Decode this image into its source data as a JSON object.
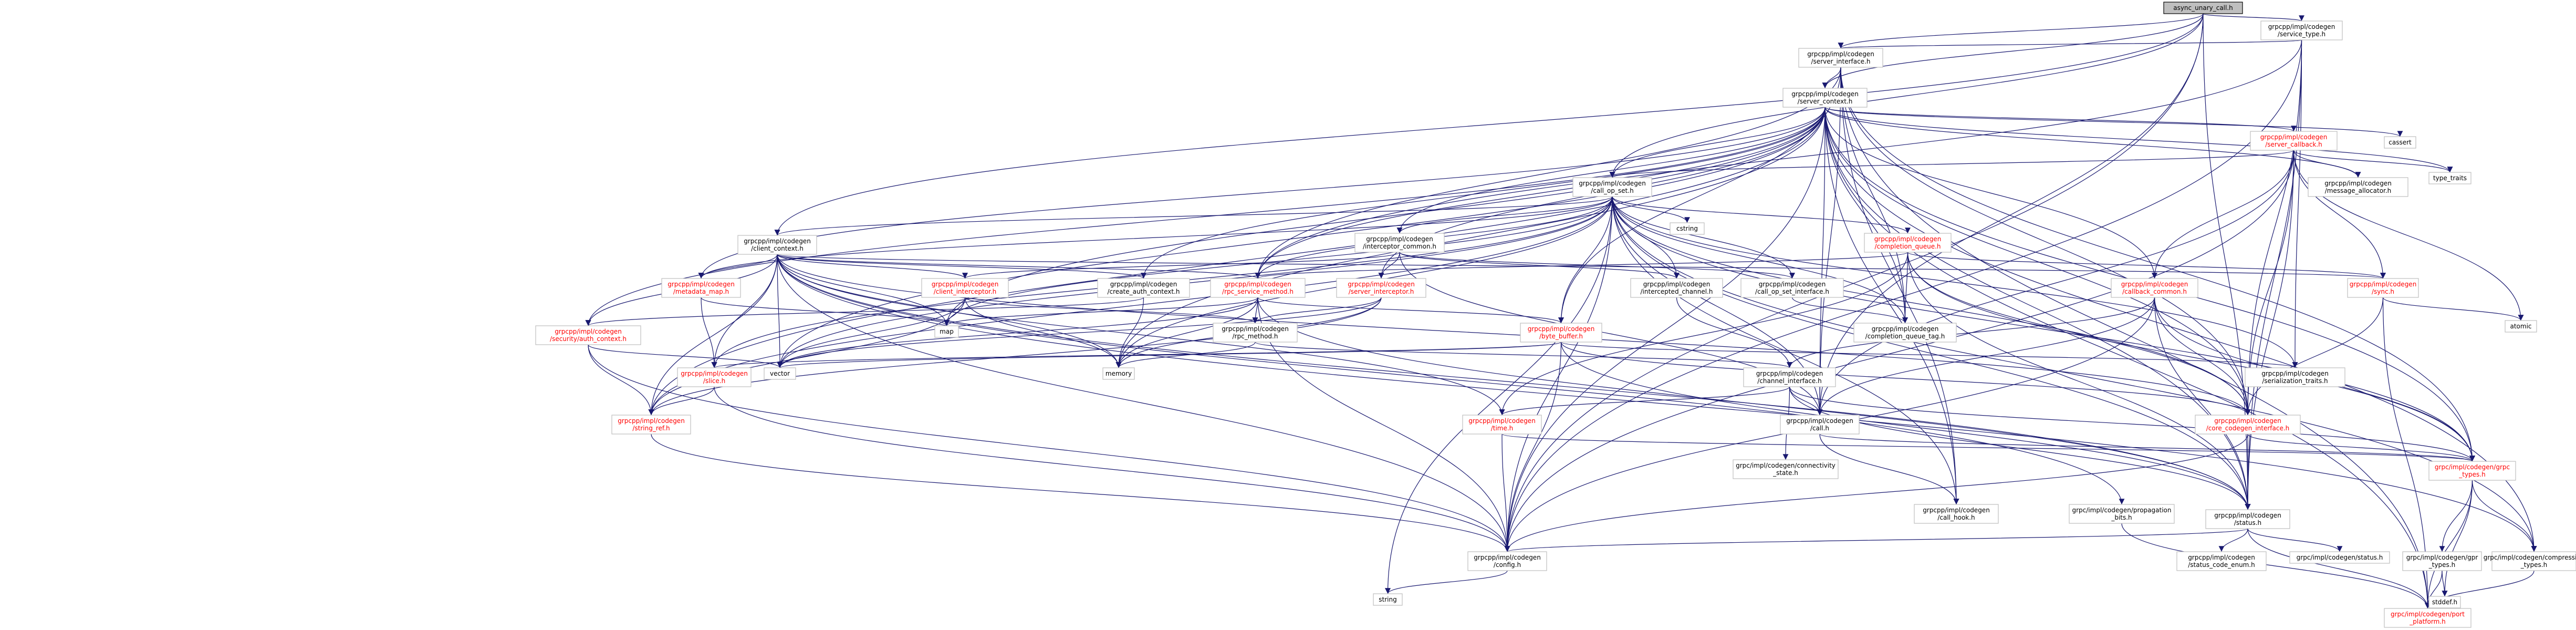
{
  "colors": {
    "edge": "#191970",
    "root_fill": "#bfbfbf",
    "node_border": "#bfbfbf",
    "red_node_text": "#ff0000"
  },
  "nodes": [
    {
      "id": "root",
      "lines": [
        "async_unary_call.h"
      ]
    },
    {
      "id": "service_type",
      "lines": [
        "grpcpp/impl/codegen",
        "/service_type.h"
      ]
    },
    {
      "id": "server_interface",
      "lines": [
        "grpcpp/impl/codegen",
        "/server_interface.h"
      ]
    },
    {
      "id": "server_context",
      "lines": [
        "grpcpp/impl/codegen",
        "/server_context.h"
      ]
    },
    {
      "id": "cassert",
      "lines": [
        "cassert"
      ]
    },
    {
      "id": "server_callback",
      "lines": [
        "grpcpp/impl/codegen",
        "/server_callback.h"
      ]
    },
    {
      "id": "type_traits",
      "lines": [
        "type_traits"
      ]
    },
    {
      "id": "call_op_set",
      "lines": [
        "grpcpp/impl/codegen",
        "/call_op_set.h"
      ]
    },
    {
      "id": "message_allocator",
      "lines": [
        "grpcpp/impl/codegen",
        "/message_allocator.h"
      ]
    },
    {
      "id": "cstring",
      "lines": [
        "cstring"
      ]
    },
    {
      "id": "client_context",
      "lines": [
        "grpcpp/impl/codegen",
        "/client_context.h"
      ]
    },
    {
      "id": "interceptor_common",
      "lines": [
        "grpcpp/impl/codegen",
        "/interceptor_common.h"
      ]
    },
    {
      "id": "completion_queue",
      "lines": [
        "grpcpp/impl/codegen",
        "/completion_queue.h"
      ]
    },
    {
      "id": "callback_common",
      "lines": [
        "grpcpp/impl/codegen",
        "/callback_common.h"
      ]
    },
    {
      "id": "sync",
      "lines": [
        "grpcpp/impl/codegen",
        "/sync.h"
      ]
    },
    {
      "id": "metadata_map",
      "lines": [
        "grpcpp/impl/codegen",
        "/metadata_map.h"
      ]
    },
    {
      "id": "create_auth_context",
      "lines": [
        "grpcpp/impl/codegen",
        "/create_auth_context.h"
      ]
    },
    {
      "id": "client_interceptor",
      "lines": [
        "grpcpp/impl/codegen",
        "/client_interceptor.h"
      ]
    },
    {
      "id": "rpc_service_method",
      "lines": [
        "grpcpp/impl/codegen",
        "/rpc_service_method.h"
      ]
    },
    {
      "id": "server_interceptor",
      "lines": [
        "grpcpp/impl/codegen",
        "/server_interceptor.h"
      ]
    },
    {
      "id": "intercepted_channel",
      "lines": [
        "grpcpp/impl/codegen",
        "/intercepted_channel.h"
      ]
    },
    {
      "id": "call_op_set_interface",
      "lines": [
        "grpcpp/impl/codegen",
        "/call_op_set_interface.h"
      ]
    },
    {
      "id": "atomic",
      "lines": [
        "atomic"
      ]
    },
    {
      "id": "map",
      "lines": [
        "map"
      ]
    },
    {
      "id": "security_auth_context",
      "lines": [
        "grpcpp/impl/codegen",
        "/security/auth_context.h"
      ]
    },
    {
      "id": "rpc_method",
      "lines": [
        "grpcpp/impl/codegen",
        "/rpc_method.h"
      ]
    },
    {
      "id": "byte_buffer",
      "lines": [
        "grpcpp/impl/codegen",
        "/byte_buffer.h"
      ]
    },
    {
      "id": "completion_queue_tag",
      "lines": [
        "grpcpp/impl/codegen",
        "/completion_queue_tag.h"
      ]
    },
    {
      "id": "vector",
      "lines": [
        "vector"
      ]
    },
    {
      "id": "memory",
      "lines": [
        "memory"
      ]
    },
    {
      "id": "slice",
      "lines": [
        "grpcpp/impl/codegen",
        "/slice.h"
      ]
    },
    {
      "id": "channel_interface",
      "lines": [
        "grpcpp/impl/codegen",
        "/channel_interface.h"
      ]
    },
    {
      "id": "serialization_traits",
      "lines": [
        "grpcpp/impl/codegen",
        "/serialization_traits.h"
      ]
    },
    {
      "id": "string_ref",
      "lines": [
        "grpcpp/impl/codegen",
        "/string_ref.h"
      ]
    },
    {
      "id": "time",
      "lines": [
        "grpcpp/impl/codegen",
        "/time.h"
      ]
    },
    {
      "id": "call",
      "lines": [
        "grpcpp/impl/codegen",
        "/call.h"
      ]
    },
    {
      "id": "connectivity_state",
      "lines": [
        "grpc/impl/codegen/connectivity",
        "_state.h"
      ]
    },
    {
      "id": "core_codegen_interface",
      "lines": [
        "grpcpp/impl/codegen",
        "/core_codegen_interface.h"
      ]
    },
    {
      "id": "call_hook",
      "lines": [
        "grpcpp/impl/codegen",
        "/call_hook.h"
      ]
    },
    {
      "id": "propagation_bits",
      "lines": [
        "grpc/impl/codegen/propagation",
        "_bits.h"
      ]
    },
    {
      "id": "status",
      "lines": [
        "grpcpp/impl/codegen",
        "/status.h"
      ]
    },
    {
      "id": "grpc_types",
      "lines": [
        "grpc/impl/codegen/grpc",
        "_types.h"
      ]
    },
    {
      "id": "config",
      "lines": [
        "grpcpp/impl/codegen",
        "/config.h"
      ]
    },
    {
      "id": "status_code_enum",
      "lines": [
        "grpcpp/impl/codegen",
        "/status_code_enum.h"
      ]
    },
    {
      "id": "grpc_status",
      "lines": [
        "grpc/impl/codegen/status.h"
      ]
    },
    {
      "id": "gpr_types",
      "lines": [
        "grpc/impl/codegen/gpr",
        "_types.h"
      ]
    },
    {
      "id": "compression_types",
      "lines": [
        "grpc/impl/codegen/compression",
        "_types.h"
      ]
    },
    {
      "id": "string",
      "lines": [
        "string"
      ]
    },
    {
      "id": "stddef",
      "lines": [
        "stddef.h"
      ]
    },
    {
      "id": "port_platform",
      "lines": [
        "grpc/impl/codegen/port",
        "_platform.h"
      ]
    }
  ],
  "edges": [
    [
      "root",
      "service_type"
    ],
    [
      "root",
      "server_interface"
    ],
    [
      "root",
      "server_context"
    ],
    [
      "root",
      "call_op_set"
    ],
    [
      "root",
      "client_context"
    ],
    [
      "root",
      "call"
    ],
    [
      "root",
      "config"
    ],
    [
      "root",
      "status"
    ],
    [
      "service_type",
      "server_interface"
    ],
    [
      "service_type",
      "config"
    ],
    [
      "service_type",
      "rpc_service_method"
    ],
    [
      "service_type",
      "serialization_traits"
    ],
    [
      "service_type",
      "core_codegen_interface"
    ],
    [
      "service_type",
      "status"
    ],
    [
      "server_interface",
      "server_context"
    ],
    [
      "server_interface",
      "call_hook"
    ],
    [
      "server_interface",
      "completion_queue_tag"
    ],
    [
      "server_interface",
      "rpc_service_method"
    ],
    [
      "server_interface",
      "byte_buffer"
    ],
    [
      "server_interface",
      "call"
    ],
    [
      "server_interface",
      "core_codegen_interface"
    ],
    [
      "server_interface",
      "grpc_types"
    ],
    [
      "server_interface",
      "port_platform"
    ],
    [
      "server_context",
      "cassert"
    ],
    [
      "server_context",
      "server_callback"
    ],
    [
      "server_context",
      "type_traits"
    ],
    [
      "server_context",
      "call_op_set"
    ],
    [
      "server_context",
      "message_allocator"
    ],
    [
      "server_context",
      "callback_common"
    ],
    [
      "server_context",
      "completion_queue_tag"
    ],
    [
      "server_context",
      "create_auth_context"
    ],
    [
      "server_context",
      "metadata_map"
    ],
    [
      "server_context",
      "rpc_service_method"
    ],
    [
      "server_context",
      "server_interceptor"
    ],
    [
      "server_context",
      "security_auth_context"
    ],
    [
      "server_context",
      "string_ref"
    ],
    [
      "server_context",
      "map"
    ],
    [
      "server_context",
      "memory"
    ],
    [
      "server_context",
      "vector"
    ],
    [
      "server_context",
      "call"
    ],
    [
      "server_context",
      "core_codegen_interface"
    ],
    [
      "server_context",
      "status"
    ],
    [
      "server_context",
      "config"
    ],
    [
      "server_context",
      "compression_types"
    ],
    [
      "server_context",
      "grpc_types"
    ],
    [
      "server_context",
      "port_platform"
    ],
    [
      "server_context",
      "interceptor_common"
    ],
    [
      "server_context",
      "call_hook"
    ],
    [
      "server_callback",
      "type_traits"
    ],
    [
      "server_callback",
      "call_op_set"
    ],
    [
      "server_callback",
      "message_allocator"
    ],
    [
      "server_callback",
      "atomic"
    ],
    [
      "server_callback",
      "callback_common"
    ],
    [
      "server_callback",
      "sync"
    ],
    [
      "server_callback",
      "status"
    ],
    [
      "server_callback",
      "config"
    ],
    [
      "server_callback",
      "core_codegen_interface"
    ],
    [
      "server_callback",
      "call"
    ],
    [
      "server_callback",
      "functional"
    ],
    [
      "call_op_set",
      "cstring"
    ],
    [
      "call_op_set",
      "client_context"
    ],
    [
      "call_op_set",
      "interceptor_common"
    ],
    [
      "call_op_set",
      "completion_queue"
    ],
    [
      "call_op_set",
      "call_op_set_interface"
    ],
    [
      "call_op_set",
      "intercepted_channel"
    ],
    [
      "call_op_set",
      "byte_buffer"
    ],
    [
      "call_op_set",
      "call"
    ],
    [
      "call_op_set",
      "call_hook"
    ],
    [
      "call_op_set",
      "completion_queue_tag"
    ],
    [
      "call_op_set",
      "config"
    ],
    [
      "call_op_set",
      "core_codegen_interface"
    ],
    [
      "call_op_set",
      "serialization_traits"
    ],
    [
      "call_op_set",
      "slice"
    ],
    [
      "call_op_set",
      "string_ref"
    ],
    [
      "call_op_set",
      "status"
    ],
    [
      "call_op_set",
      "compression_types"
    ],
    [
      "call_op_set",
      "grpc_types"
    ],
    [
      "call_op_set",
      "map"
    ],
    [
      "call_op_set",
      "memory"
    ],
    [
      "call_op_set",
      "vector"
    ],
    [
      "call_op_set",
      "metadata_map"
    ],
    [
      "call_op_set",
      "rpc_service_method"
    ],
    [
      "call_op_set",
      "string"
    ],
    [
      "client_context",
      "metadata_map"
    ],
    [
      "client_context",
      "create_auth_context"
    ],
    [
      "client_context",
      "client_interceptor"
    ],
    [
      "client_context",
      "rpc_service_method"
    ],
    [
      "client_context",
      "map"
    ],
    [
      "client_context",
      "security_auth_context"
    ],
    [
      "client_context",
      "memory"
    ],
    [
      "client_context",
      "vector"
    ],
    [
      "client_context",
      "slice"
    ],
    [
      "client_context",
      "string_ref"
    ],
    [
      "client_context",
      "time"
    ],
    [
      "client_context",
      "config"
    ],
    [
      "client_context",
      "status"
    ],
    [
      "client_context",
      "sync"
    ],
    [
      "client_context",
      "propagation_bits"
    ],
    [
      "client_context",
      "core_codegen_interface"
    ],
    [
      "client_context",
      "compression_types"
    ],
    [
      "interceptor_common",
      "client_interceptor"
    ],
    [
      "interceptor_common",
      "server_interceptor"
    ],
    [
      "interceptor_common",
      "call"
    ],
    [
      "interceptor_common",
      "call_op_set_interface"
    ],
    [
      "interceptor_common",
      "intercepted_channel"
    ],
    [
      "interceptor_common",
      "array"
    ],
    [
      "completion_queue",
      "sync"
    ],
    [
      "completion_queue",
      "completion_queue_tag"
    ],
    [
      "completion_queue",
      "core_codegen_interface"
    ],
    [
      "completion_queue",
      "grpc_types"
    ],
    [
      "completion_queue",
      "status"
    ],
    [
      "completion_queue",
      "time"
    ],
    [
      "completion_queue",
      "rpc_service_method"
    ],
    [
      "callback_common",
      "channel_interface"
    ],
    [
      "callback_common",
      "config"
    ],
    [
      "callback_common",
      "core_codegen_interface"
    ],
    [
      "callback_common",
      "status"
    ],
    [
      "callback_common",
      "grpc_types"
    ],
    [
      "callback_common",
      "call"
    ],
    [
      "sync",
      "atomic"
    ],
    [
      "sync",
      "core_codegen_interface"
    ],
    [
      "sync",
      "port_platform"
    ],
    [
      "metadata_map",
      "slice"
    ],
    [
      "metadata_map",
      "map"
    ],
    [
      "create_auth_context",
      "security_auth_context"
    ],
    [
      "create_auth_context",
      "memory"
    ],
    [
      "client_interceptor",
      "rpc_method"
    ],
    [
      "client_interceptor",
      "memory"
    ],
    [
      "client_interceptor",
      "vector"
    ],
    [
      "client_interceptor",
      "string_ref"
    ],
    [
      "rpc_service_method",
      "rpc_method"
    ],
    [
      "rpc_service_method",
      "byte_buffer"
    ],
    [
      "rpc_service_method",
      "config"
    ],
    [
      "rpc_service_method",
      "status"
    ],
    [
      "rpc_service_method",
      "map"
    ],
    [
      "rpc_service_method",
      "memory"
    ],
    [
      "rpc_service_method",
      "vector"
    ],
    [
      "server_interceptor",
      "rpc_method"
    ],
    [
      "server_interceptor",
      "string_ref"
    ],
    [
      "server_interceptor",
      "vector"
    ],
    [
      "server_interceptor",
      "memory"
    ],
    [
      "intercepted_channel",
      "channel_interface"
    ],
    [
      "call_op_set_interface",
      "completion_queue_tag"
    ],
    [
      "security_auth_context",
      "string_ref"
    ],
    [
      "security_auth_context",
      "config"
    ],
    [
      "security_auth_context",
      "vector"
    ],
    [
      "rpc_method",
      "channel_interface"
    ],
    [
      "rpc_method",
      "memory"
    ],
    [
      "byte_buffer",
      "slice"
    ],
    [
      "byte_buffer",
      "config"
    ],
    [
      "byte_buffer",
      "core_codegen_interface"
    ],
    [
      "byte_buffer",
      "serialization_traits"
    ],
    [
      "byte_buffer",
      "status"
    ],
    [
      "byte_buffer",
      "vector"
    ],
    [
      "slice",
      "config"
    ],
    [
      "slice",
      "string_ref"
    ],
    [
      "channel_interface",
      "connectivity_state"
    ],
    [
      "channel_interface",
      "status"
    ],
    [
      "channel_interface",
      "time"
    ],
    [
      "channel_interface",
      "call"
    ],
    [
      "channel_interface",
      "grpc_types"
    ],
    [
      "string_ref",
      "config"
    ],
    [
      "time",
      "config"
    ],
    [
      "time",
      "grpc_types"
    ],
    [
      "call",
      "call_hook"
    ],
    [
      "call",
      "grpc_types"
    ],
    [
      "core_codegen_interface",
      "config"
    ],
    [
      "core_codegen_interface",
      "status"
    ],
    [
      "core_codegen_interface",
      "grpc_types"
    ],
    [
      "status",
      "config"
    ],
    [
      "status",
      "status_code_enum"
    ],
    [
      "status",
      "grpc_status"
    ],
    [
      "status",
      "port_platform"
    ],
    [
      "grpc_types",
      "gpr_types"
    ],
    [
      "grpc_types",
      "compression_types"
    ],
    [
      "grpc_types",
      "stddef"
    ],
    [
      "grpc_types",
      "port_platform"
    ],
    [
      "config",
      "string"
    ],
    [
      "gpr_types",
      "stddef"
    ],
    [
      "gpr_types",
      "port_platform"
    ],
    [
      "compression_types",
      "port_platform"
    ],
    [
      "propagation_bits",
      "port_platform"
    ]
  ]
}
